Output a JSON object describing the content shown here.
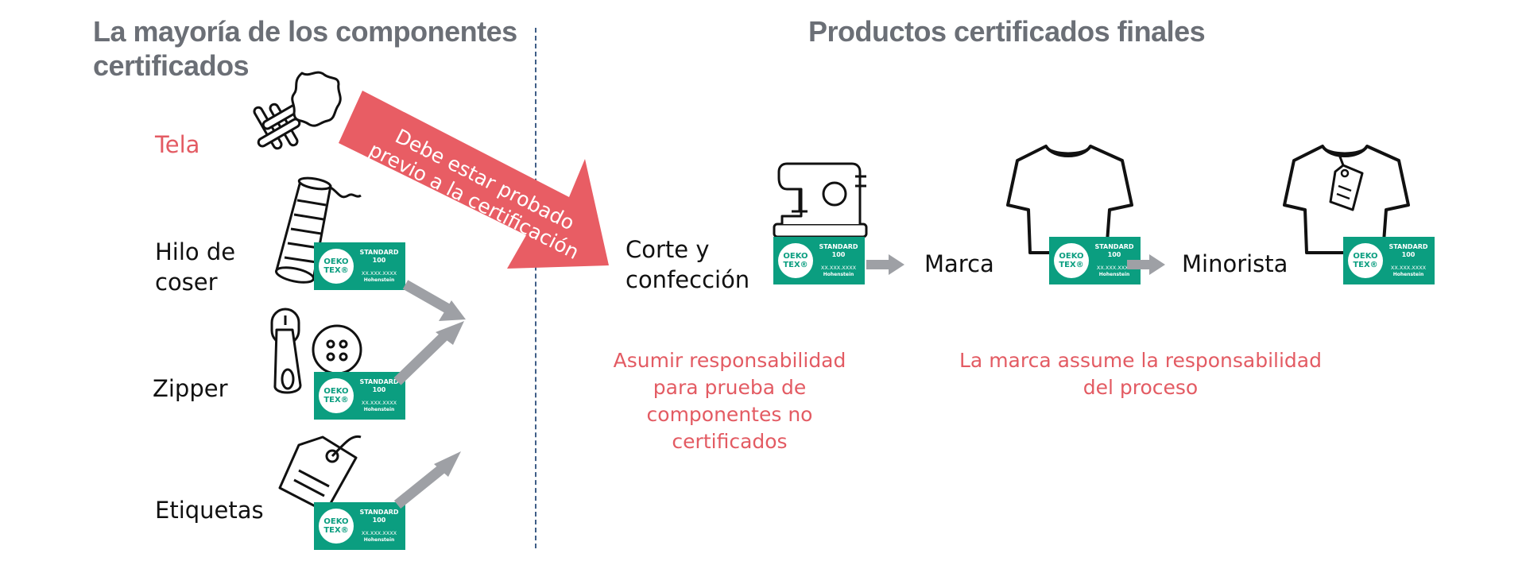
{
  "left_heading": [
    "La mayoría de los componentes",
    "certificados"
  ],
  "right_heading": "Productos certificados finales",
  "components": [
    {
      "label": "Tela",
      "highlight": true
    },
    {
      "label": "Hilo de\ncoser",
      "highlight": false
    },
    {
      "label": "Zipper",
      "highlight": false
    },
    {
      "label": "Etiquetas",
      "highlight": false
    }
  ],
  "arrow_text": [
    "Debe estar probado",
    "previo a la certificación"
  ],
  "stages": [
    {
      "label": "Corte y\nconfección"
    },
    {
      "label": "Marca"
    },
    {
      "label": "Minorista"
    }
  ],
  "notes": [
    "Asumir responsabilidad\npara prueba de\ncomponentes no\ncertificados",
    "La marca assume la responsabilidad\ndel proceso"
  ],
  "badge": {
    "logo": "OEKO\nTEX®",
    "standard": "STANDARD",
    "number": "100",
    "code": "XX.XXX.XXXX",
    "institute": "Hohenstein",
    "bg_color": "#0b9e80"
  },
  "colors": {
    "accent_red": "#e85d64",
    "heading_gray": "#6b6f76",
    "arrow_gray": "#9ea0a5"
  },
  "icons": [
    "fabric-weave-icon",
    "leather-hide-icon",
    "thread-spool-icon",
    "zipper-pull-icon",
    "button-icon",
    "hang-tag-icon",
    "sewing-machine-icon",
    "tshirt-icon",
    "tshirt-with-tag-icon"
  ]
}
